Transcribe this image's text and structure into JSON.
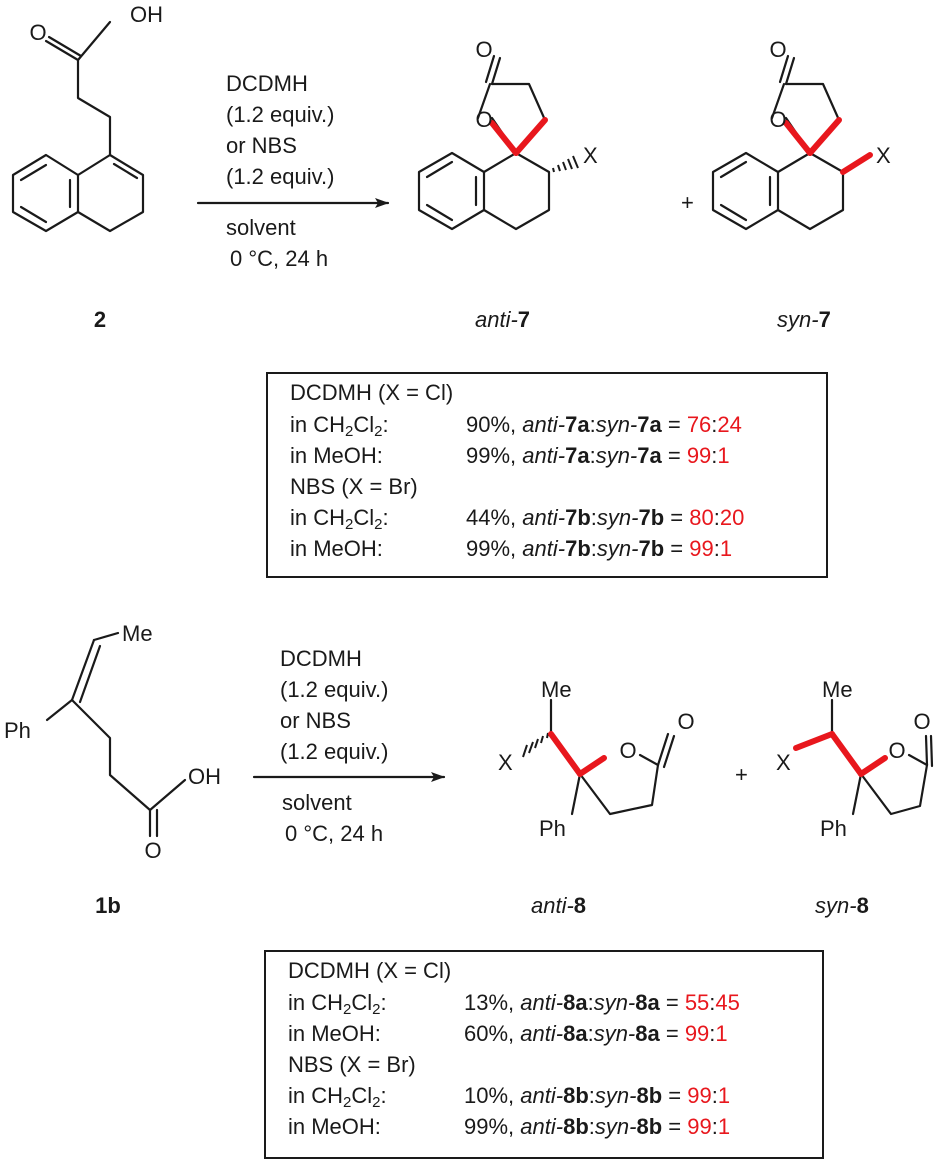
{
  "reaction_1": {
    "substrate_label": "2",
    "oh": "OH",
    "reagent_1": "DCDMH",
    "equiv_1": "(1.2 equiv.)",
    "reagent_2": "or NBS",
    "equiv_2": "(1.2 equiv.)",
    "solvent": "solvent",
    "conditions": "0 °C, 24 h",
    "o_label": "O",
    "x_label": "X",
    "plus": "+",
    "product_anti_prefix": "anti-",
    "product_anti_num": "7",
    "product_syn_prefix": "syn-",
    "product_syn_num": "7"
  },
  "table_1": {
    "rows": [
      {
        "text": "DCDMH (X = Cl)"
      },
      {
        "solvent": "in CH2Cl2:",
        "yield": "90%,",
        "a_prefix": "anti-",
        "a_num": "7a",
        "s_prefix": "syn-",
        "s_num": "7a",
        "eq": " = ",
        "r1": "76",
        "r2": "24"
      },
      {
        "solvent": "in MeOH:",
        "yield": "99%,",
        "a_prefix": "anti-",
        "a_num": "7a",
        "s_prefix": "syn-",
        "s_num": "7a",
        "eq": " = ",
        "r1": "99",
        "r2": "1"
      },
      {
        "text": "NBS (X = Br)"
      },
      {
        "solvent": "in CH2Cl2:",
        "yield": "44%,",
        "a_prefix": "anti-",
        "a_num": "7b",
        "s_prefix": "syn-",
        "s_num": "7b",
        "eq": " = ",
        "r1": "80",
        "r2": "20"
      },
      {
        "solvent": "in MeOH:",
        "yield": "99%,",
        "a_prefix": "anti-",
        "a_num": "7b",
        "s_prefix": "syn-",
        "s_num": "7b",
        "eq": " = ",
        "r1": "99",
        "r2": "1"
      }
    ]
  },
  "reaction_2": {
    "substrate_label": "1b",
    "me": "Me",
    "ph": "Ph",
    "oh": "OH",
    "o_label": "O",
    "reagent_1": "DCDMH",
    "equiv_1": "(1.2 equiv.)",
    "reagent_2": "or NBS",
    "equiv_2": "(1.2 equiv.)",
    "solvent": "solvent",
    "conditions": "0 °C, 24 h",
    "x_label": "X",
    "plus": "+",
    "product_anti_prefix": "anti-",
    "product_anti_num": "8",
    "product_syn_prefix": "syn-",
    "product_syn_num": "8"
  },
  "table_2": {
    "rows": [
      {
        "text": "DCDMH (X = Cl)"
      },
      {
        "solvent": "in CH2Cl2:",
        "yield": "13%,",
        "a_prefix": "anti-",
        "a_num": "8a",
        "s_prefix": "syn-",
        "s_num": "8a",
        "eq": " = ",
        "r1": "55",
        "r2": "45"
      },
      {
        "solvent": "in MeOH:",
        "yield": "60%,",
        "a_prefix": "anti-",
        "a_num": "8a",
        "s_prefix": "syn-",
        "s_num": "8a",
        "eq": " = ",
        "r1": "99",
        "r2": "1"
      },
      {
        "text": "NBS (X = Br)"
      },
      {
        "solvent": "in CH2Cl2:",
        "yield": "10%,",
        "a_prefix": "anti-",
        "a_num": "8b",
        "s_prefix": "syn-",
        "s_num": "8b",
        "eq": " = ",
        "r1": "99",
        "r2": "1"
      },
      {
        "solvent": "in MeOH:",
        "yield": "99%,",
        "a_prefix": "anti-",
        "a_num": "8b",
        "s_prefix": "syn-",
        "s_num": "8b",
        "eq": " = ",
        "r1": "99",
        "r2": "1"
      }
    ]
  },
  "colors": {
    "ink": "#1a1a1a",
    "highlight": "#e8171d"
  }
}
